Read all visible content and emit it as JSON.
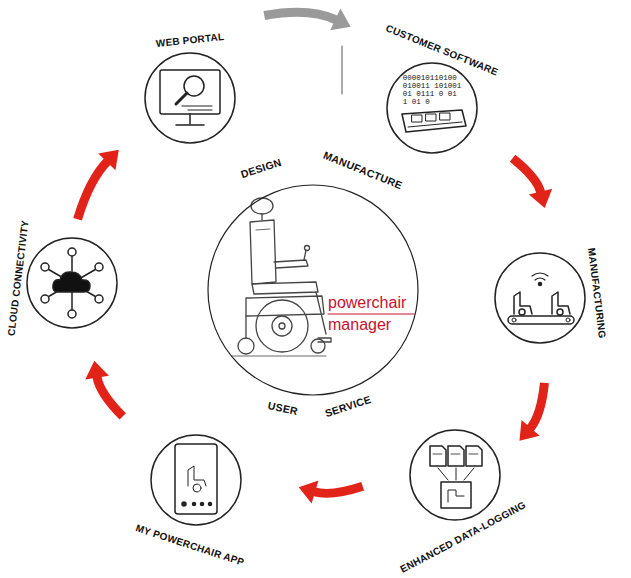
{
  "diagram": {
    "nodes": [
      {
        "text": [
          "WEB PORTAL"
        ]
      },
      {
        "text": [
          "CUSTOMER SOFTWARE",
          "000010110100 010011 101001 01 0111 0 01 1 01 0"
        ]
      },
      {
        "text": [
          "MANUFACTURING"
        ]
      },
      {
        "text": [
          "ENHANCED DATA-LOGGING"
        ]
      },
      {
        "text": [
          "MY POWERCHAIR APP"
        ]
      },
      {
        "text": [
          "CLOUD CONNECTIVITY"
        ]
      },
      {
        "text": [
          "DESIGN",
          "MANUFACTURE",
          "USER",
          "SERVICE",
          "powerchair manager"
        ]
      }
    ],
    "edges": [
      {
        "from": 0,
        "to": 1,
        "arrow": "to"
      },
      {
        "from": 1,
        "to": 2,
        "arrow": "to"
      },
      {
        "from": 2,
        "to": 3,
        "arrow": "to"
      },
      {
        "from": 3,
        "to": 4,
        "arrow": "to"
      },
      {
        "from": 4,
        "to": 5,
        "arrow": "to"
      },
      {
        "from": 5,
        "to": 0,
        "arrow": "to"
      }
    ]
  }
}
